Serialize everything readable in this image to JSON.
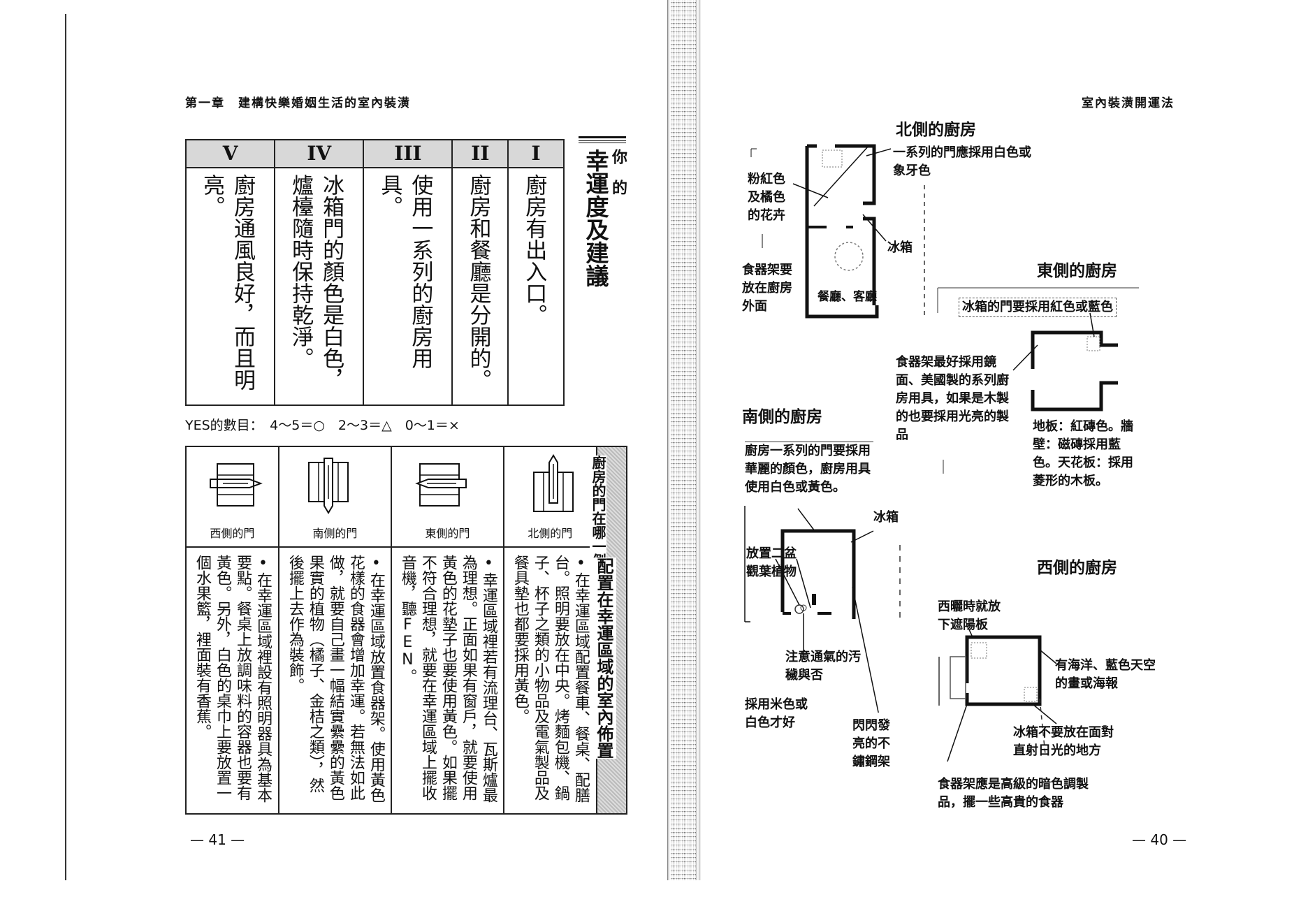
{
  "left_page": {
    "header": "第一章　建構快樂婚姻生活的室內裝潢",
    "side_title_small": "你　的",
    "side_title_big": "幸運度及建議",
    "table1": {
      "headers": [
        "V",
        "IV",
        "III",
        "II",
        "I"
      ],
      "cells": [
        "廚房通風良好，而且明亮。",
        "冰箱門的顏色是白色，爐檯隨時保持乾淨。",
        "使用一系列的廚房用具。",
        "廚房和餐廳是分開的。",
        "廚房有出入口。"
      ]
    },
    "yes_count": "YES的數目：　4〜5＝○　2〜3＝△　0〜1＝×",
    "table2": {
      "side_q": "廚房的門在哪一側？",
      "side_title": "配置在幸運區域的室內佈置",
      "door_labels": [
        "西側的門",
        "南側的門",
        "東側的門",
        "北側的門"
      ],
      "cells": [
        "•在幸運區域裡設有照明器具為基本要點。餐桌上放調味料的容器也要有黃色。另外，白色的桌巾上要放置一個水果籃，裡面裝有香蕉。",
        "•在幸運區域放置食器架。使用黃色花樣的食器會增加幸運。若無法如此做，就要自己畫一幅結實纍纍的黃色果實的植物（橘子、金桔之類），然後擺上去作為裝飾。",
        "•幸運區域裡若有流理台、瓦斯爐最為理想。正面如果有窗戶，就要使用黃色的花墊子也要使用黃色。如果擺不符合理想，就要在幸運區域上擺收音機，聽FEN。",
        "•在幸運區域配置餐車、餐桌、配膳台。照明要放在中央。烤麵包機、鍋子、杯子之類的小物品及電氣製品及餐具墊也都要採用黃色。"
      ]
    },
    "page_number": "— 41 —"
  },
  "right_page": {
    "header": "室內裝潢開運法",
    "north": {
      "title": "北側的廚房",
      "note_doors": "一系列的門應採用白色或象牙色",
      "note_flowers": "粉紅色及橘色的花卉",
      "note_fridge": "冰箱",
      "note_rack": "食器架要放在廚房外面",
      "note_dining": "餐廳、客廳"
    },
    "east": {
      "title": "東側的廚房",
      "note_fridge": "冰箱的門要採用紅色或藍色",
      "note_rack": "食器架最好採用鏡面、美國製的系列廚房用具，如果是木製的也要採用光亮的製品",
      "note_floor": "地板：紅磚色。牆壁：磁磚採用藍色。天花板：採用菱形的木板。"
    },
    "south": {
      "title": "南側的廚房",
      "note_doors": "廚房一系列的門要採用華麗的顏色，廚房用具使用白色或黃色。",
      "note_fridge": "冰箱",
      "note_plants": "放置二盆觀葉植物",
      "note_vent": "注意通氣的汚穢與否",
      "note_color": "採用米色或白色才好",
      "note_rack": "閃閃發亮的不鏽鋼架"
    },
    "west": {
      "title": "西側的廚房",
      "note_shade": "西曬時就放下遮陽板",
      "note_picture": "有海洋、藍色天空的畫或海報",
      "note_fridge": "冰箱不要放在面對直射日光的地方",
      "note_rack": "食器架應是高級的暗色調製品，擺一些高貴的食器"
    },
    "page_number": "— 40 —"
  }
}
